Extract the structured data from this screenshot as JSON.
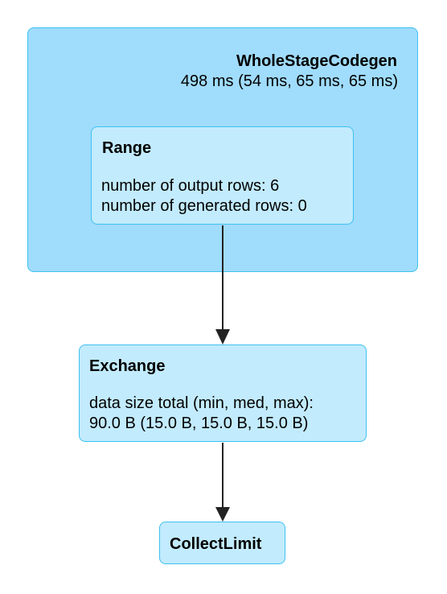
{
  "cluster": {
    "title": "WholeStageCodegen",
    "metric": "498 ms (54 ms, 65 ms, 65 ms)"
  },
  "nodes": {
    "range": {
      "title": "Range",
      "lines": [
        "number of output rows: 6",
        "number of generated rows: 0"
      ]
    },
    "exchange": {
      "title": "Exchange",
      "lines": [
        "data size total (min, med, max):",
        "90.0 B (15.0 B, 15.0 B, 15.0 B)"
      ]
    },
    "collect_limit": {
      "title": "CollectLimit"
    }
  },
  "colors": {
    "cluster_fill": "#a0dcfc",
    "node_fill": "#c2ebfd",
    "border": "#3ec1f0",
    "edge": "#222222"
  }
}
